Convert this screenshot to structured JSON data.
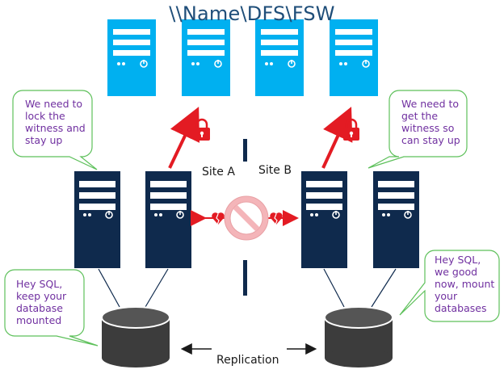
{
  "title": "\\\\Name\\DFS\\FSW",
  "sites": {
    "a": "Site A",
    "b": "Site B"
  },
  "replication_label": "Replication",
  "bubbles": {
    "top_left": "We need to\nlock the\nwitness and\nstay up",
    "top_right": "We need to\nget the\nwitness so\ncan stay up",
    "bottom_left": "Hey SQL,\nkeep your\ndatabase\nmounted",
    "bottom_right": "Hey SQL,\nwe good\nnow, mount\nyour\ndatabases"
  },
  "colors": {
    "light_server": "#00b0f0",
    "dark_server": "#0f2a4d",
    "lock": "#e31b23",
    "bubble_border": "#5dc05a",
    "text_purple": "#7030a0",
    "title_blue": "#1f4e79"
  },
  "icons": [
    "server-icon",
    "lock-icon",
    "no-entry-icon",
    "broken-heart-icon",
    "database-icon",
    "speech-bubble"
  ]
}
